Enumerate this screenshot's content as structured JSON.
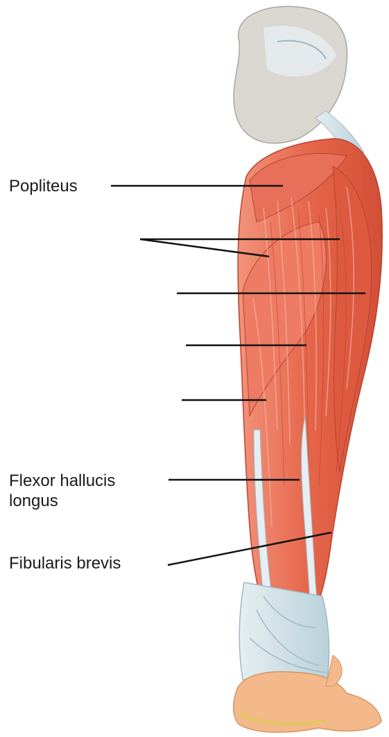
{
  "labels": {
    "popliteus": "Popliteus",
    "flexor_hallucis_longus": "Flexor hallucis\nlongus",
    "fibularis_brevis": "Fibularis brevis"
  },
  "colors": {
    "muscle": "#e5654a",
    "muscle_dark": "#c9452f",
    "muscle_light": "#f2937a",
    "tendon": "#cfe0e6",
    "bone": "#d9d7cf",
    "skin": "#f3b98a",
    "leader_line": "#111111"
  }
}
